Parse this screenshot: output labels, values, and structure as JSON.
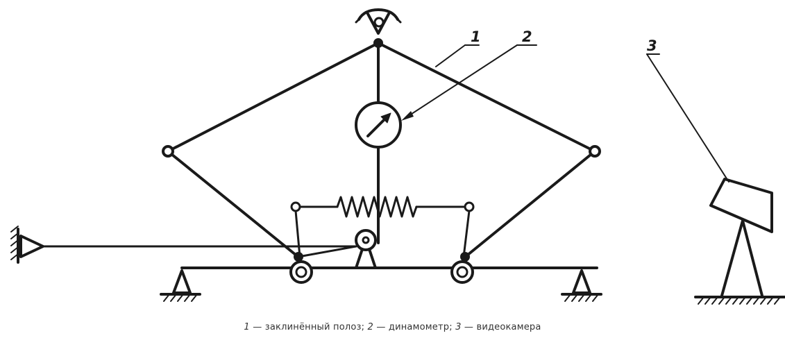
{
  "labels": {
    "num1": "1",
    "num2": "2",
    "num3": "3"
  },
  "caption": {
    "n1": "1",
    "t1": " — заклинённый полоз; ",
    "n2": "2",
    "t2": " — динамометр; ",
    "n3": "3",
    "t3": " — видеокамера"
  },
  "colors": {
    "ink": "#1a1a1a",
    "caption": "#333333"
  }
}
